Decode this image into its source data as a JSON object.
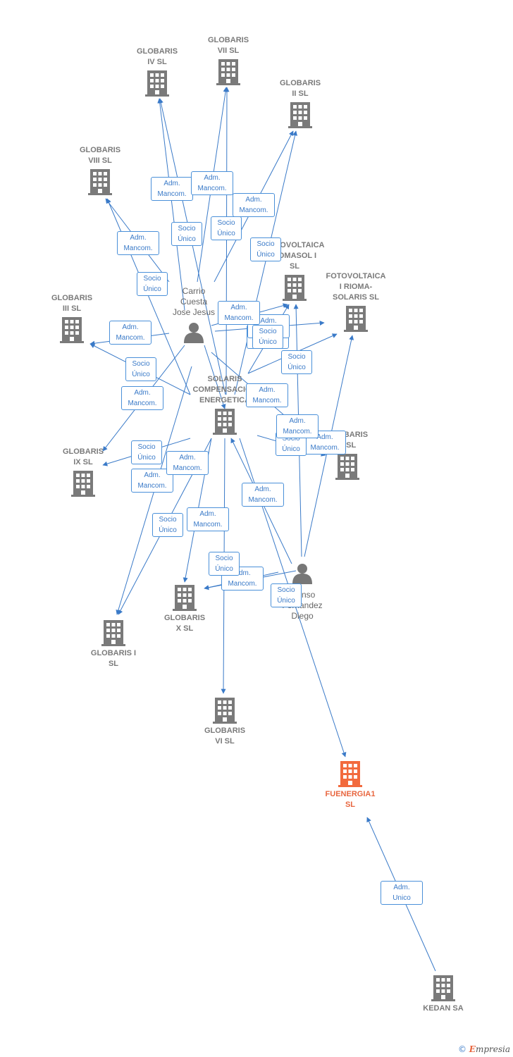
{
  "colors": {
    "edge": "#3a7ac8",
    "company": "#7a7a7a",
    "focus": "#f26a3d",
    "person": "#777777"
  },
  "nodes": {
    "globaris_iv": {
      "label": "GLOBARIS\nIV SL",
      "icon": "building-icon"
    },
    "globaris_vii": {
      "label": "GLOBARIS\nVII SL",
      "icon": "building-icon"
    },
    "globaris_ii": {
      "label": "GLOBARIS\nII SL",
      "icon": "building-icon"
    },
    "globaris_viii": {
      "label": "GLOBARIS\nVIII SL",
      "icon": "building-icon"
    },
    "fotovoltaica_romasol": {
      "label": "FOTOVOLTAICA\nROMASOL I\nSL",
      "icon": "building-icon"
    },
    "fotovoltaica_rioma": {
      "label": "FOTOVOLTAICA\nI RIOMA-\nSOLARIS SL",
      "icon": "building-icon"
    },
    "globaris_iii": {
      "label": "GLOBARIS\nIII SL",
      "icon": "building-icon"
    },
    "carrio": {
      "label": "Carrio\nCuesta\nJose Jesus",
      "icon": "person-icon"
    },
    "solaris": {
      "label": "SOLARIS\nCOMPENSACION\nENERGETICA",
      "icon": "building-icon"
    },
    "globaris_v": {
      "label": "GLOBARIS\nV SL",
      "icon": "building-icon"
    },
    "globaris_ix": {
      "label": "GLOBARIS\nIX SL",
      "icon": "building-icon"
    },
    "alonso": {
      "label": "Alonso\nFernandez\nDiego",
      "icon": "person-icon"
    },
    "globaris_x": {
      "label": "GLOBARIS\nX SL",
      "icon": "building-icon"
    },
    "globaris_i": {
      "label": "GLOBARIS I\nSL",
      "icon": "building-icon"
    },
    "globaris_vi": {
      "label": "GLOBARIS\nVI SL",
      "icon": "building-icon"
    },
    "fuenergia": {
      "label": "FUENERGIA1\nSL",
      "icon": "building-icon"
    },
    "kedan": {
      "label": "KEDAN SA",
      "icon": "building-icon"
    }
  },
  "edges": [
    {
      "from": "carrio",
      "to": "globaris_iv",
      "role": "Adm.\nMancom."
    },
    {
      "from": "carrio",
      "to": "globaris_vii",
      "role": "Adm.\nMancom."
    },
    {
      "from": "carrio",
      "to": "globaris_ii",
      "role": "Adm.\nMancom."
    },
    {
      "from": "carrio",
      "to": "globaris_viii",
      "role": "Adm.\nMancom."
    },
    {
      "from": "carrio",
      "to": "globaris_iii",
      "role": "Adm.\nMancom."
    },
    {
      "from": "carrio",
      "to": "fotovoltaica_rioma",
      "role": "Adm.\nMancom."
    },
    {
      "from": "carrio",
      "to": "fotovoltaica_romasol",
      "role": "Adm.\nMancom."
    },
    {
      "from": "carrio",
      "to": "solaris",
      "role": "Adm.\nMancom."
    },
    {
      "from": "carrio",
      "to": "globaris_v",
      "role": "Adm.\nMancom."
    },
    {
      "from": "carrio",
      "to": "globaris_ix",
      "role": "Adm.\nMancom."
    },
    {
      "from": "carrio",
      "to": "globaris_x",
      "role": "Adm.\nMancom."
    },
    {
      "from": "carrio",
      "to": "globaris_i",
      "role": "Adm.\nMancom."
    },
    {
      "from": "solaris",
      "to": "globaris_iv",
      "role": "Socio\nÚnico"
    },
    {
      "from": "solaris",
      "to": "globaris_vii",
      "role": "Socio\nÚnico"
    },
    {
      "from": "solaris",
      "to": "globaris_ii",
      "role": "Socio\nÚnico"
    },
    {
      "from": "solaris",
      "to": "globaris_viii",
      "role": "Socio\nÚnico"
    },
    {
      "from": "solaris",
      "to": "globaris_iii",
      "role": "Socio\nÚnico"
    },
    {
      "from": "solaris",
      "to": "fotovoltaica_romasol",
      "role": "Socio\nÚnico"
    },
    {
      "from": "solaris",
      "to": "fotovoltaica_rioma",
      "role": "Socio\nÚnico"
    },
    {
      "from": "solaris",
      "to": "globaris_v",
      "role": "Socio\nÚnico"
    },
    {
      "from": "solaris",
      "to": "globaris_ix",
      "role": "Socio\nÚnico"
    },
    {
      "from": "solaris",
      "to": "globaris_i",
      "role": "Socio\nÚnico"
    },
    {
      "from": "solaris",
      "to": "globaris_x",
      "role": "Socio\nÚnico"
    },
    {
      "from": "solaris",
      "to": "globaris_vi",
      "role": "Adm.\nMancom."
    },
    {
      "from": "alonso",
      "to": "solaris",
      "role": "Adm.\nMancom."
    },
    {
      "from": "alonso",
      "to": "fotovoltaica_romasol",
      "role": "Adm.\nMancom."
    },
    {
      "from": "alonso",
      "to": "fotovoltaica_rioma",
      "role": "Adm.\nMancom."
    },
    {
      "from": "alonso",
      "to": "globaris_x",
      "role": "Adm.\nMancom."
    },
    {
      "from": "solaris",
      "to": "fuenergia",
      "role": "Socio\nÚnico"
    },
    {
      "from": "kedan",
      "to": "fuenergia",
      "role": "Adm.\nUnico"
    }
  ],
  "watermark": {
    "copyright": "©",
    "brand_initial": "E",
    "brand_rest": "mpresia"
  }
}
